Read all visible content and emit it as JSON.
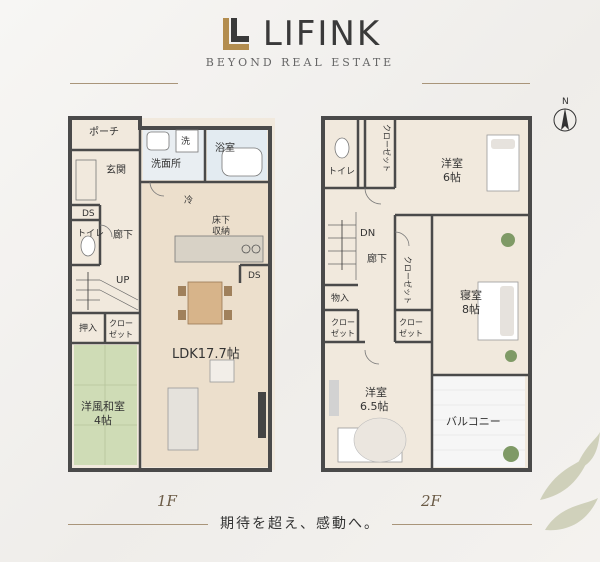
{
  "brand": {
    "name": "LIFINK",
    "tagline": "BEYOND REAL ESTATE"
  },
  "compass": {
    "north": "N"
  },
  "floors": {
    "f1": {
      "label": "1F",
      "rooms": {
        "porch": "ポーチ",
        "entrance": "玄関",
        "ds1": "DS",
        "toilet": "トイレ",
        "hall": "廊下",
        "up": "UP",
        "wash_mark": "洗",
        "washroom": "洗面所",
        "bath": "浴室",
        "fridge_mark": "冷",
        "floor_storage_1": "床下",
        "floor_storage_2": "収納",
        "ds2": "DS",
        "ldk": "LDK17.7帖",
        "oshiire": "押入",
        "closet1_a": "クロー",
        "closet1_b": "ゼット",
        "washitsu_1": "洋風和室",
        "washitsu_2": "4帖"
      }
    },
    "f2": {
      "label": "2F",
      "rooms": {
        "toilet": "トイレ",
        "closet_a": "クローゼット",
        "western6_1": "洋室",
        "western6_2": "6帖",
        "dn": "DN",
        "hall": "廊下",
        "closet_b": "クローゼット",
        "bedroom_1": "寝室",
        "bedroom_2": "8帖",
        "storage": "物入",
        "closet_c1": "クロー",
        "closet_c2": "ゼット",
        "closet_d1": "クロー",
        "closet_d2": "ゼット",
        "western65_1": "洋室",
        "western65_2": "6.5帖",
        "balcony": "バルコニー"
      }
    }
  },
  "motto": "期待を超え、感動へ。",
  "colors": {
    "wall": "#4a4a4a",
    "floor": "#f1e9dd",
    "tatami": "#cfdcb6",
    "accent": "#a9957a",
    "ink": "#333333"
  }
}
